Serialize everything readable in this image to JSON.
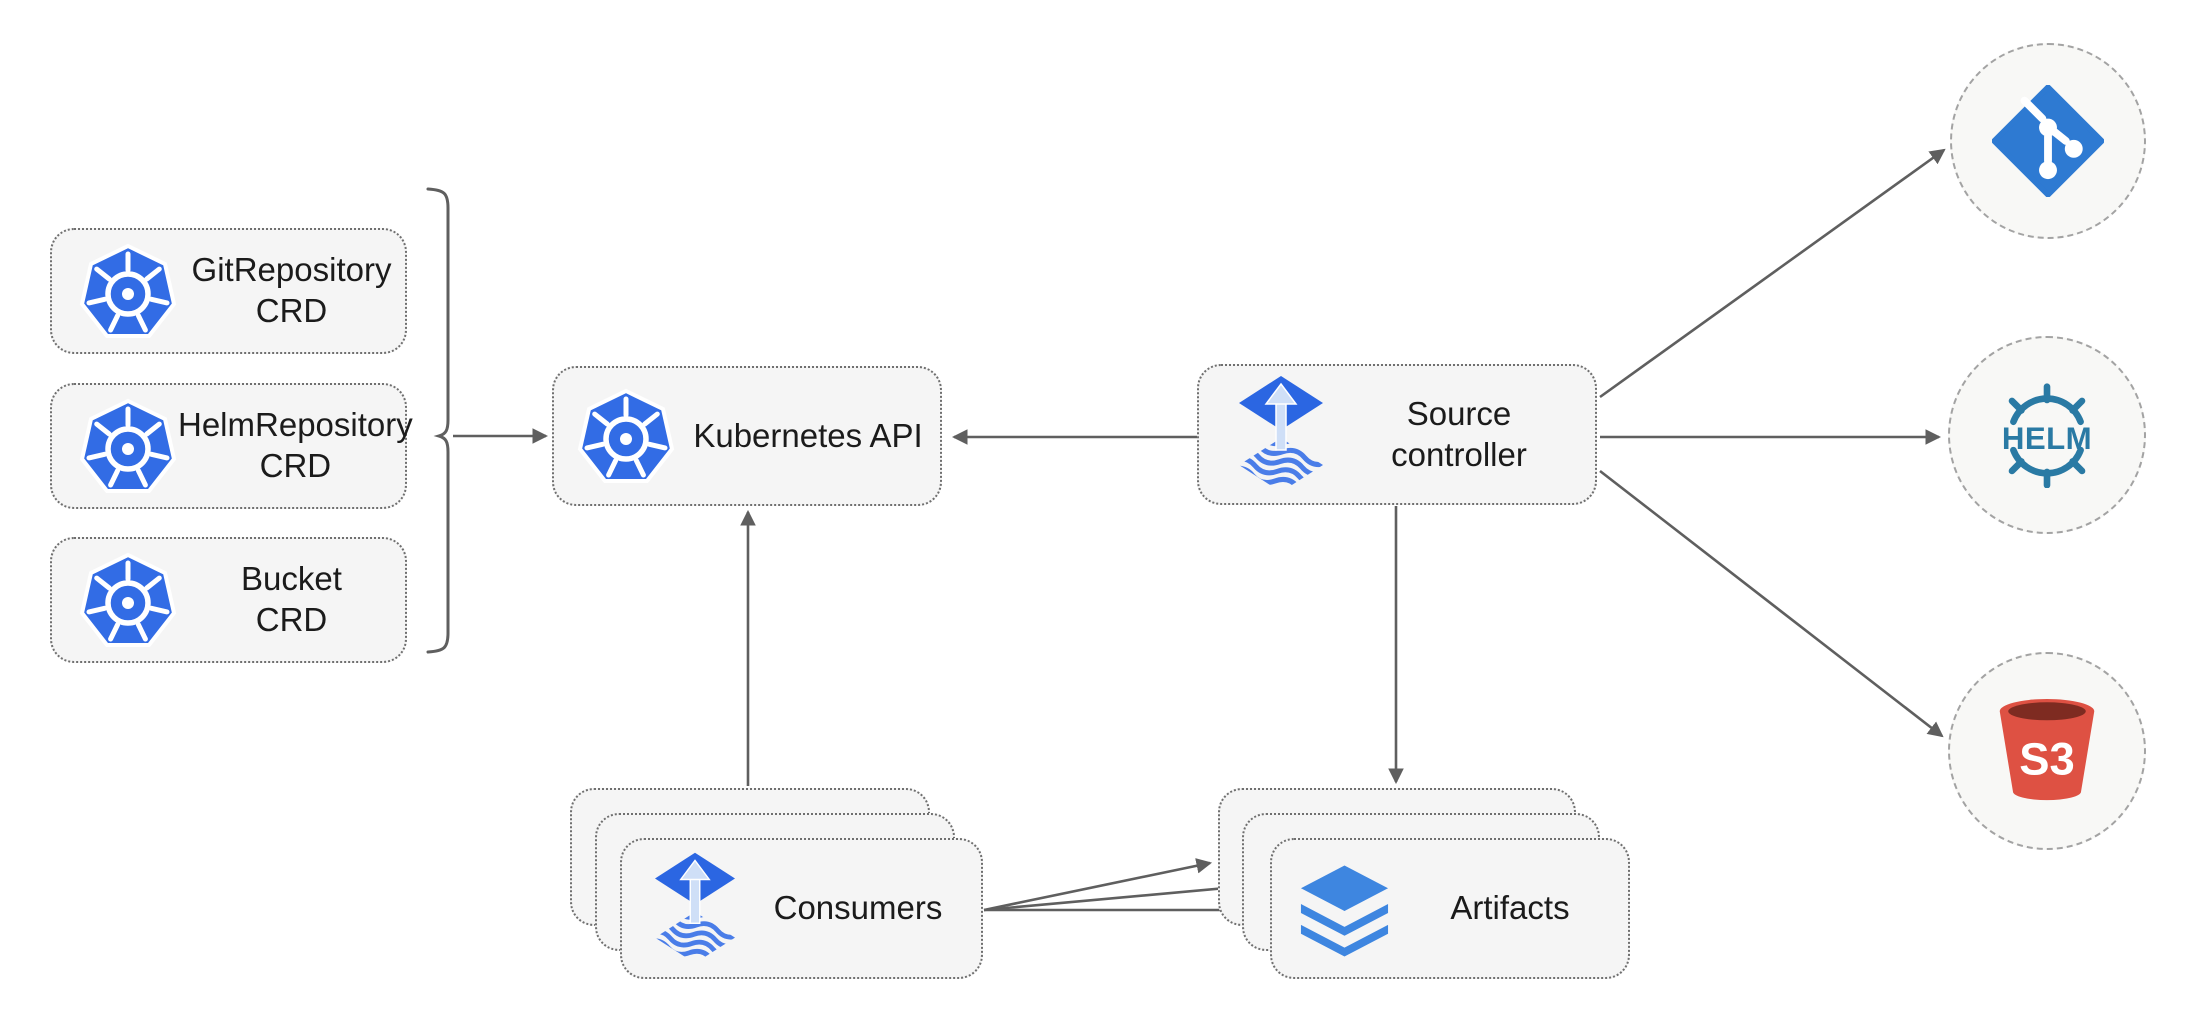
{
  "diagram": {
    "colors": {
      "kubernetes-blue": "#326ce5",
      "flux-blue": "#2b66e2",
      "flux-arrow": "#cfdff7",
      "flux-wave": "#4a7de8",
      "git-blue": "#2e7ad2",
      "helm-teal": "#2a7aa4",
      "s3-red": "#de5143",
      "s3-dark": "#7e2b21",
      "layers-blue": "#3e86e0",
      "edge-gray": "#5f5f5f",
      "node-fill": "#f5f5f5",
      "node-border": "#6f6f6f",
      "circle-fill": "#f8f8f6",
      "circle-border": "#a3a3a3",
      "label-color": "#1b1b1b"
    },
    "nodes": {
      "git_repository_crd": {
        "lines": [
          "GitRepository",
          "CRD"
        ],
        "icon": "kubernetes-icon"
      },
      "helm_repository_crd": {
        "lines": [
          "HelmRepository",
          "CRD"
        ],
        "icon": "kubernetes-icon"
      },
      "bucket_crd": {
        "lines": [
          "Bucket",
          "CRD"
        ],
        "icon": "kubernetes-icon"
      },
      "kubernetes_api": {
        "label": "Kubernetes API",
        "icon": "kubernetes-icon"
      },
      "source_controller": {
        "lines": [
          "Source",
          "controller"
        ],
        "icon": "flux-icon"
      },
      "consumers": {
        "label": "Consumers",
        "icon": "flux-icon",
        "stacked": 3
      },
      "artifacts": {
        "label": "Artifacts",
        "icon": "layers-icon",
        "stacked": 3
      },
      "git_remote": {
        "icon": "git-icon"
      },
      "helm_remote": {
        "icon": "helm-icon",
        "label": "HELM"
      },
      "s3_remote": {
        "icon": "s3-icon",
        "label": "S3"
      }
    },
    "edges": [
      {
        "from": "crd-group-brace",
        "to": "kubernetes_api"
      },
      {
        "from": "source_controller",
        "to": "kubernetes_api"
      },
      {
        "from": "consumers",
        "to": "kubernetes_api"
      },
      {
        "from": "source_controller",
        "to": "git_remote"
      },
      {
        "from": "source_controller",
        "to": "helm_remote"
      },
      {
        "from": "source_controller",
        "to": "s3_remote"
      },
      {
        "from": "source_controller",
        "to": "artifacts"
      },
      {
        "from": "consumers",
        "to": "artifacts",
        "count": 3
      }
    ]
  }
}
